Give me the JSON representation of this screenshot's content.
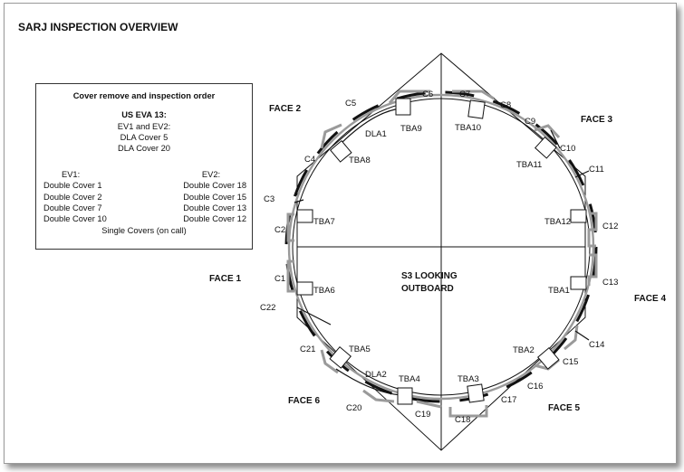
{
  "title": "SARJ INSPECTION OVERVIEW",
  "order_box": {
    "heading": "Cover remove and inspection order",
    "eva": "US EVA 13:",
    "both_label": "EV1 and EV2:",
    "both_items": [
      "DLA Cover 5",
      "DLA Cover 20"
    ],
    "ev1_label": "EV1:",
    "ev1_items": [
      "Double Cover 1",
      "Double Cover 2",
      "Double Cover 7",
      "Double Cover 10"
    ],
    "ev2_label": "EV2:",
    "ev2_items": [
      "Double Cover 18",
      "Double Cover 15",
      "Double Cover 13",
      "Double Cover 12"
    ],
    "single": "Single Covers (on call)"
  },
  "diagram": {
    "center_label": [
      "S3 LOOKING",
      "OUTBOARD"
    ],
    "faces": [
      "FACE 1",
      "FACE 2",
      "FACE 3",
      "FACE 4",
      "FACE 5",
      "FACE 6"
    ],
    "covers": [
      "C1",
      "C2",
      "C3",
      "C4",
      "C5",
      "C6",
      "C7",
      "C8",
      "C9",
      "C10",
      "C11",
      "C12",
      "C13",
      "C14",
      "C15",
      "C16",
      "C17",
      "C18",
      "C19",
      "C20",
      "C21",
      "C22"
    ],
    "tba": [
      "TBA1",
      "TBA2",
      "TBA3",
      "TBA4",
      "TBA5",
      "TBA6",
      "TBA7",
      "TBA8",
      "TBA9",
      "TBA10",
      "TBA11",
      "TBA12"
    ],
    "dla": [
      "DLA1",
      "DLA2"
    ]
  },
  "colors": {
    "line": "#111111",
    "cover": "#9a9a9a",
    "background": "#ffffff"
  }
}
